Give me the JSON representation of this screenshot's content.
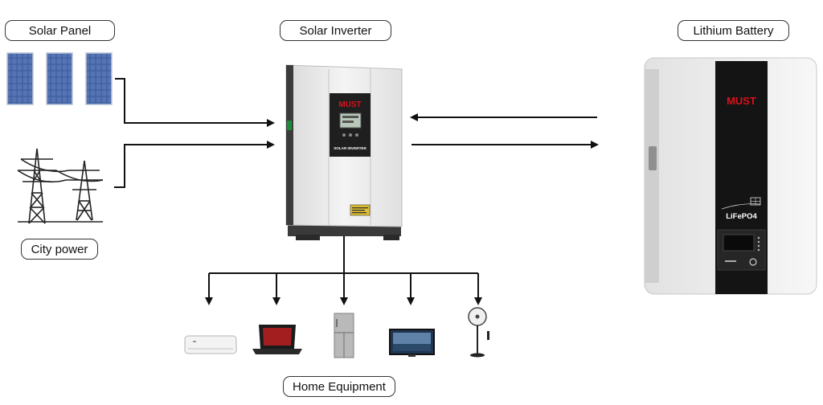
{
  "labels": {
    "solar_panel": "Solar Panel",
    "solar_inverter": "Solar Inverter",
    "lithium_battery": "Lithium Battery",
    "city_power": "City power",
    "home_equipment": "Home Equipment"
  },
  "inverter": {
    "brand": "MUST",
    "model_text": "SOLAR INVERTER"
  },
  "battery": {
    "brand": "MUST",
    "chemistry": "LiFePO4"
  },
  "colors": {
    "brand_red": "#d8111b",
    "line": "#111111",
    "panel_blue": "#3f5d9c",
    "inverter_dark": "#2e2e2e",
    "battery_black": "#141414"
  },
  "appliances": [
    "air-conditioner",
    "laptop",
    "refrigerator",
    "television",
    "standing-fan"
  ]
}
